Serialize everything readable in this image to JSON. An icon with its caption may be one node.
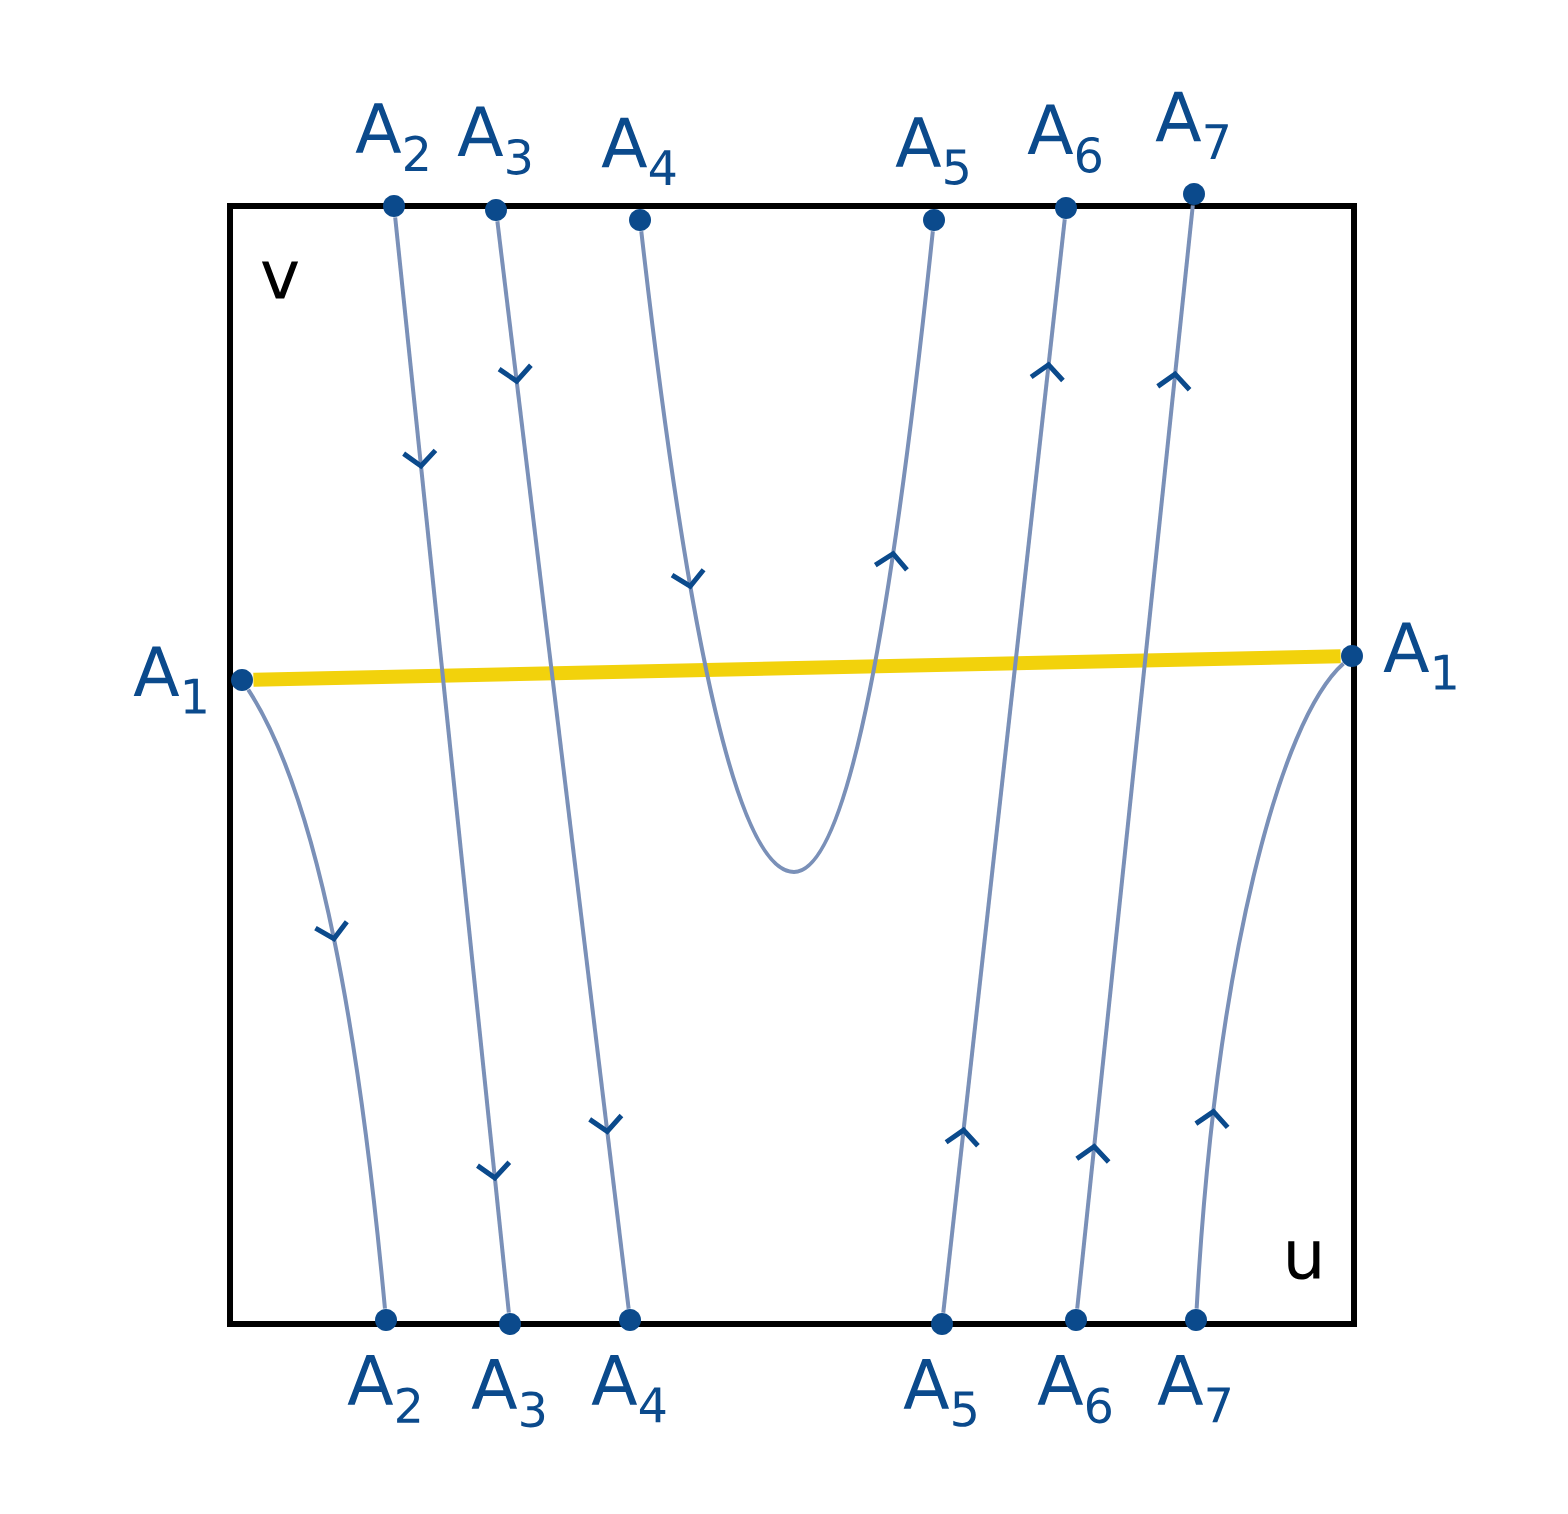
{
  "diagram": {
    "nodes": [
      {
        "text": [
          "A$_{1}$"
        ]
      },
      {
        "text": [
          "A$_{1}$"
        ]
      },
      {
        "text": [
          "A$_{2}$"
        ]
      },
      {
        "text": [
          "A$_{3}$"
        ]
      },
      {
        "text": [
          "A$_{4}$"
        ]
      },
      {
        "text": [
          "A$_{5}$"
        ]
      },
      {
        "text": [
          "A$_{6}$"
        ]
      },
      {
        "text": [
          "A$_{7}$"
        ]
      },
      {
        "text": [
          "A$_{2}$"
        ]
      },
      {
        "text": [
          "A$_{3}$"
        ]
      },
      {
        "text": [
          "A$_{4}$"
        ]
      },
      {
        "text": [
          "A$_{5}$"
        ]
      },
      {
        "text": [
          "A$_{6}$"
        ]
      },
      {
        "text": [
          "A$_{7}$"
        ]
      }
    ],
    "edges": [
      {
        "from": 0,
        "to": 1,
        "arrow": "none",
        "style": "thick",
        "color": "#f2d20c"
      },
      {
        "from": 0,
        "to": 8,
        "arrow": "to"
      },
      {
        "from": 2,
        "to": 9,
        "arrow": "to"
      },
      {
        "from": 3,
        "to": 10,
        "arrow": "to"
      },
      {
        "from": 4,
        "to": 5,
        "arrow": "to"
      },
      {
        "from": 11,
        "to": 6,
        "arrow": "to"
      },
      {
        "from": 12,
        "to": 7,
        "arrow": "to"
      },
      {
        "from": 13,
        "to": 1,
        "arrow": "to"
      }
    ],
    "labels": [
      "v",
      "u"
    ]
  }
}
